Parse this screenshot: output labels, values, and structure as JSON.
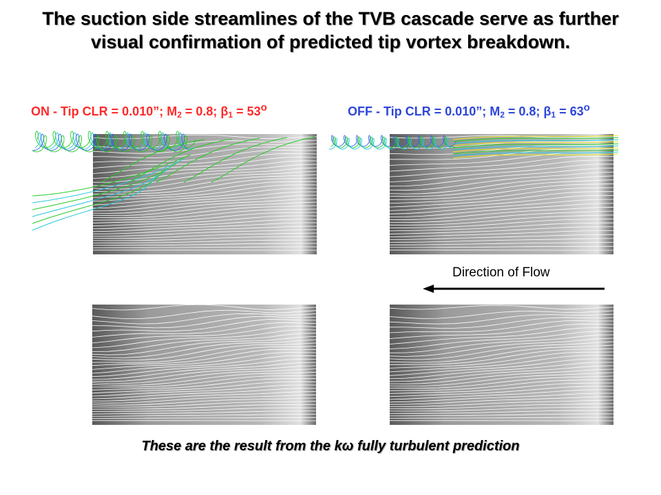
{
  "slide": {
    "title_line1": "The suction side streamlines of the TVB cascade serve as further",
    "title_line2": "visual confirmation of predicted tip vortex breakdown.",
    "footer_prefix": "These are the result from the k",
    "footer_symbol": "ω",
    "footer_suffix": " fully turbulent prediction"
  },
  "on_caption": {
    "state": "ON",
    "text": " - Tip CLR = 0.010”; M",
    "mach_sub": "2",
    "mid": " = 0.8; ",
    "beta": "β",
    "beta_sub": "1",
    "value": " = 53",
    "degree": "o",
    "color": "#ff2a2a"
  },
  "off_caption": {
    "state": "OFF",
    "text": " - Tip CLR = 0.010”; M",
    "mach_sub": "2",
    "mid": " = 0.8; ",
    "beta": "β",
    "beta_sub": "1",
    "value": " = 63",
    "degree": "o",
    "color": "#2d46d8"
  },
  "flow": {
    "label": "Direction of Flow",
    "arrow_direction": "left"
  },
  "panels": [
    {
      "id": "on-3d-streamlines",
      "view": "oblique"
    },
    {
      "id": "off-3d-streamlines",
      "view": "oblique"
    },
    {
      "id": "on-surface-streamlines",
      "view": "surface"
    },
    {
      "id": "off-surface-streamlines",
      "view": "surface"
    }
  ],
  "colors": {
    "blade_dark": "#5a5a5a",
    "blade_light": "#d8d8d8",
    "streamline_surface": "#ffffff",
    "vortex_green": "#22cc22",
    "vortex_cyan": "#22c8d8",
    "vortex_blue": "#3366ee",
    "vortex_yellow": "#e8e820"
  }
}
